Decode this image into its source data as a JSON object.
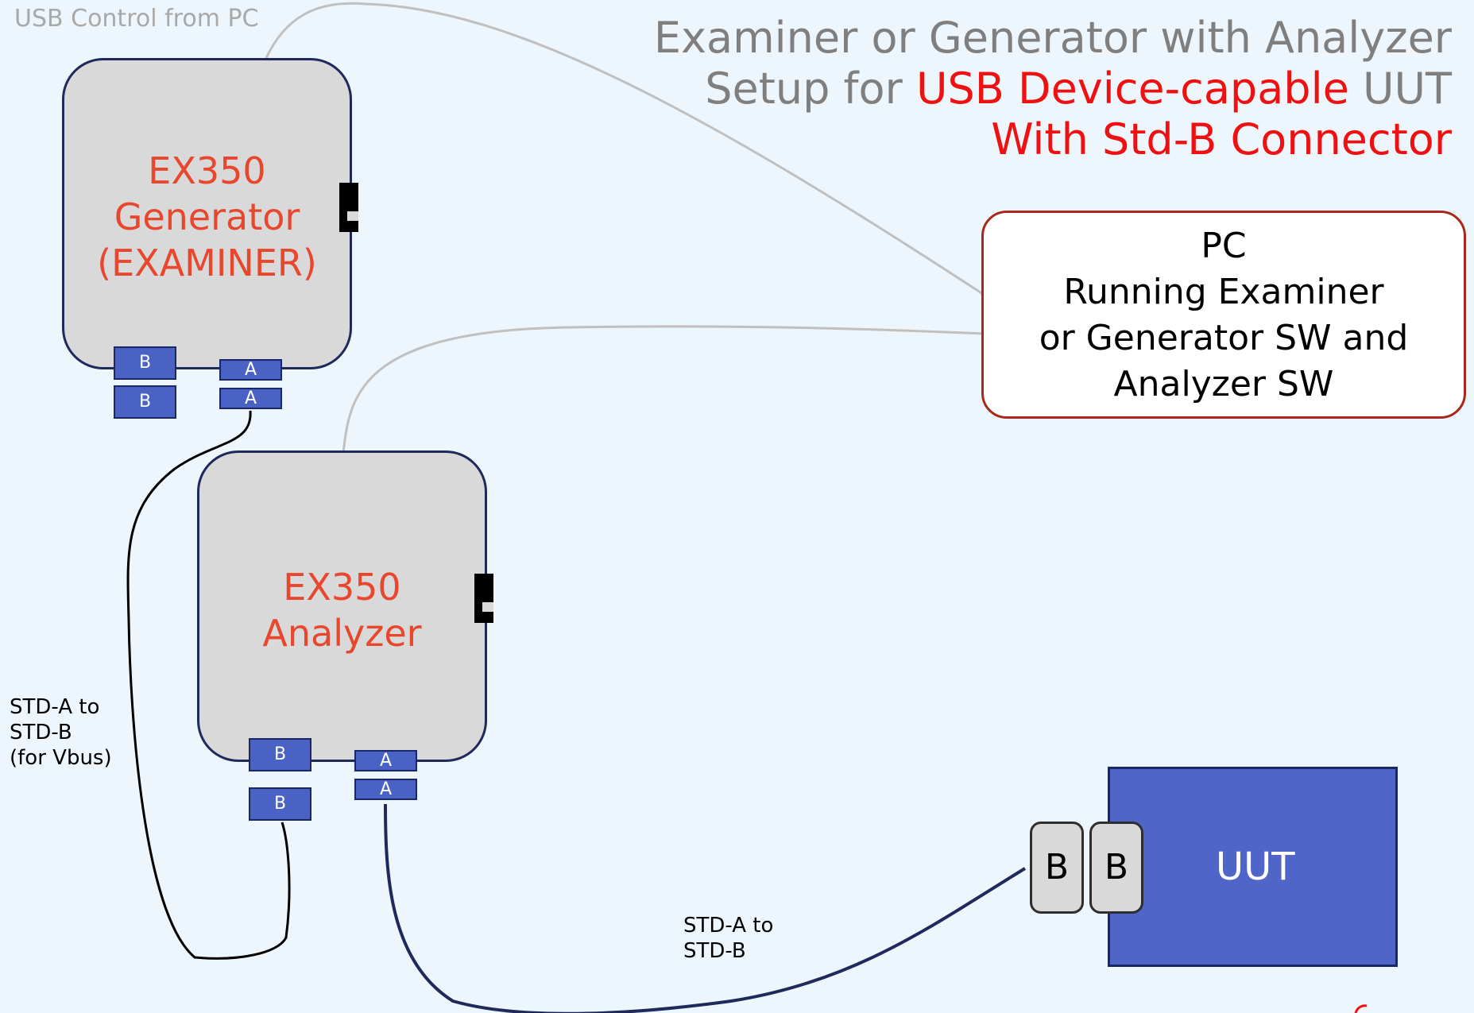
{
  "title": {
    "line1": "Examiner or Generator with Analyzer",
    "line2_prefix": "Setup for ",
    "line2_highlight": "USB Device-capable",
    "line2_suffix": " UUT",
    "line3": "With Std-B Connector"
  },
  "usb_control_label": "USB Control from PC",
  "generator": {
    "line1": "EX350",
    "line2": "Generator",
    "line3": "(EXAMINER)",
    "ports": {
      "b1": "B",
      "b2": "B",
      "a1": "A",
      "a2": "A"
    }
  },
  "analyzer": {
    "line1": "EX350",
    "line2": "Analyzer",
    "ports": {
      "b1": "B",
      "b2": "B",
      "a1": "A",
      "a2": "A"
    }
  },
  "pc": {
    "line1": "PC",
    "line2": "Running Examiner",
    "line3": "or Generator SW and",
    "line4": "Analyzer SW"
  },
  "uut": {
    "label": "UUT",
    "port1": "B",
    "port2": "B"
  },
  "cable_vbus": {
    "line1": "STD-A to",
    "line2": "STD-B",
    "line3": "(for Vbus)"
  },
  "cable_uut": {
    "line1": "STD-A to",
    "line2": "STD-B"
  },
  "colors": {
    "device_fill": "#d9d9d9",
    "device_label": "#e8472e",
    "port_fill": "#4a62c4",
    "uut_fill": "#4f66c8",
    "pc_border": "#a8281c",
    "title_gray": "#7f7f7f",
    "title_red": "#ee1111",
    "control_cable": "#c0c0c0",
    "data_cable": "#1f2a5c"
  }
}
